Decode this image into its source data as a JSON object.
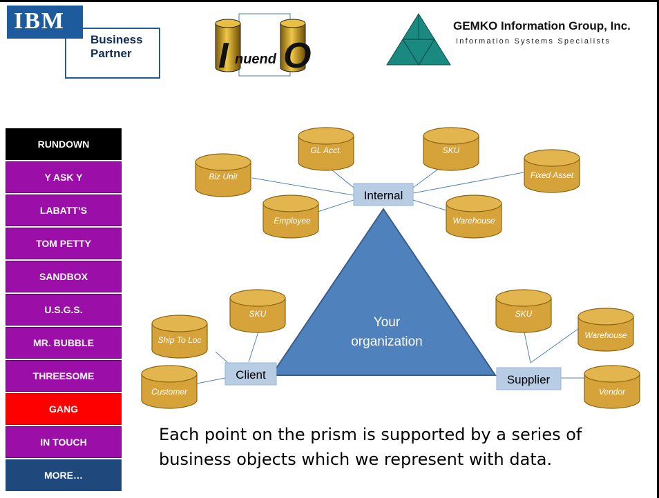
{
  "header": {
    "ibm_logo": {
      "brand": "IBM",
      "line1": "Business",
      "line2": "Partner"
    },
    "innuendo_logo": {
      "text": "InuendO"
    },
    "gemko": {
      "title": "GEMKO Information Group, Inc.",
      "subtitle": "Information Systems Specialists"
    }
  },
  "sidebar": {
    "items": [
      {
        "label": "RUNDOWN",
        "style": "black"
      },
      {
        "label": "Y ASK Y",
        "style": "purple"
      },
      {
        "label": "LABATT’S",
        "style": "purple"
      },
      {
        "label": "TOM PETTY",
        "style": "purple"
      },
      {
        "label": "SANDBOX",
        "style": "purple"
      },
      {
        "label": "U.S.G.S.",
        "style": "purple"
      },
      {
        "label": "MR. BUBBLE",
        "style": "purple"
      },
      {
        "label": "THREESOME",
        "style": "purple"
      },
      {
        "label": "GANG",
        "style": "red"
      },
      {
        "label": "IN TOUCH",
        "style": "purple"
      },
      {
        "label": "MORE…",
        "style": "blue"
      }
    ]
  },
  "diagram": {
    "center_line1": "Your",
    "center_line2": "organization",
    "hubs": {
      "internal": "Internal",
      "client": "Client",
      "supplier": "Supplier"
    },
    "internal_objects": [
      "Biz Unit",
      "GL Acct.",
      "SKU",
      "Fixed Asset",
      "Employee",
      "Warehouse"
    ],
    "client_objects": [
      "SKU",
      "Ship To Loc",
      "Customer"
    ],
    "supplier_objects": [
      "SKU",
      "Warehouse",
      "Vendor"
    ]
  },
  "caption": "Each point on the prism is supported by a series of business objects which we represent with data.",
  "colors": {
    "purple": "#9b0ea8",
    "red": "#ff0000",
    "navy": "#1f497d",
    "triangle": "#4f81bd",
    "cylinder": "#d6a33a",
    "hub": "#b8cce4"
  }
}
